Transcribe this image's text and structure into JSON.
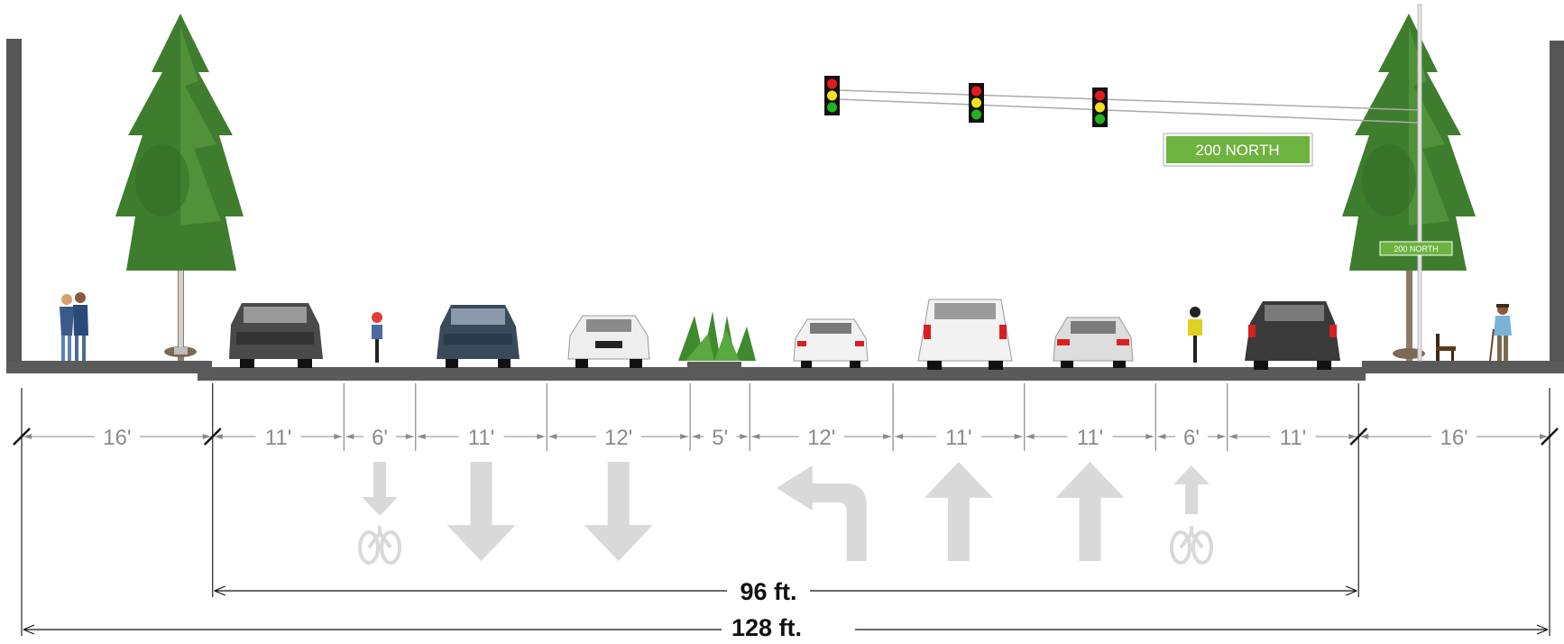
{
  "diagram": {
    "segments": [
      {
        "label": "16'",
        "feet": 16,
        "kind": "sidewalk",
        "direction": "none"
      },
      {
        "label": "11'",
        "feet": 11,
        "kind": "travel",
        "direction": "none"
      },
      {
        "label": "6'",
        "feet": 6,
        "kind": "bike",
        "direction": "down"
      },
      {
        "label": "11'",
        "feet": 11,
        "kind": "travel",
        "direction": "down"
      },
      {
        "label": "12'",
        "feet": 12,
        "kind": "travel",
        "direction": "down"
      },
      {
        "label": "5'",
        "feet": 5,
        "kind": "median",
        "direction": "none"
      },
      {
        "label": "12'",
        "feet": 12,
        "kind": "turn",
        "direction": "left-turn"
      },
      {
        "label": "11'",
        "feet": 11,
        "kind": "travel",
        "direction": "up"
      },
      {
        "label": "11'",
        "feet": 11,
        "kind": "travel",
        "direction": "up"
      },
      {
        "label": "6'",
        "feet": 6,
        "kind": "bike",
        "direction": "up"
      },
      {
        "label": "11'",
        "feet": 11,
        "kind": "travel",
        "direction": "none"
      },
      {
        "label": "16'",
        "feet": 16,
        "kind": "sidewalk",
        "direction": "none"
      }
    ],
    "totals": {
      "curb_to_curb": "96 ft.",
      "right_of_way": "128 ft."
    },
    "street_sign": "200 NORTH",
    "colors": {
      "sign_green": "#6db33f",
      "road_gray": "#5a5a5a",
      "wall_gray": "#555555",
      "marking_gray": "#d9d9d9",
      "dimension_gray": "#8a8a8a"
    }
  }
}
